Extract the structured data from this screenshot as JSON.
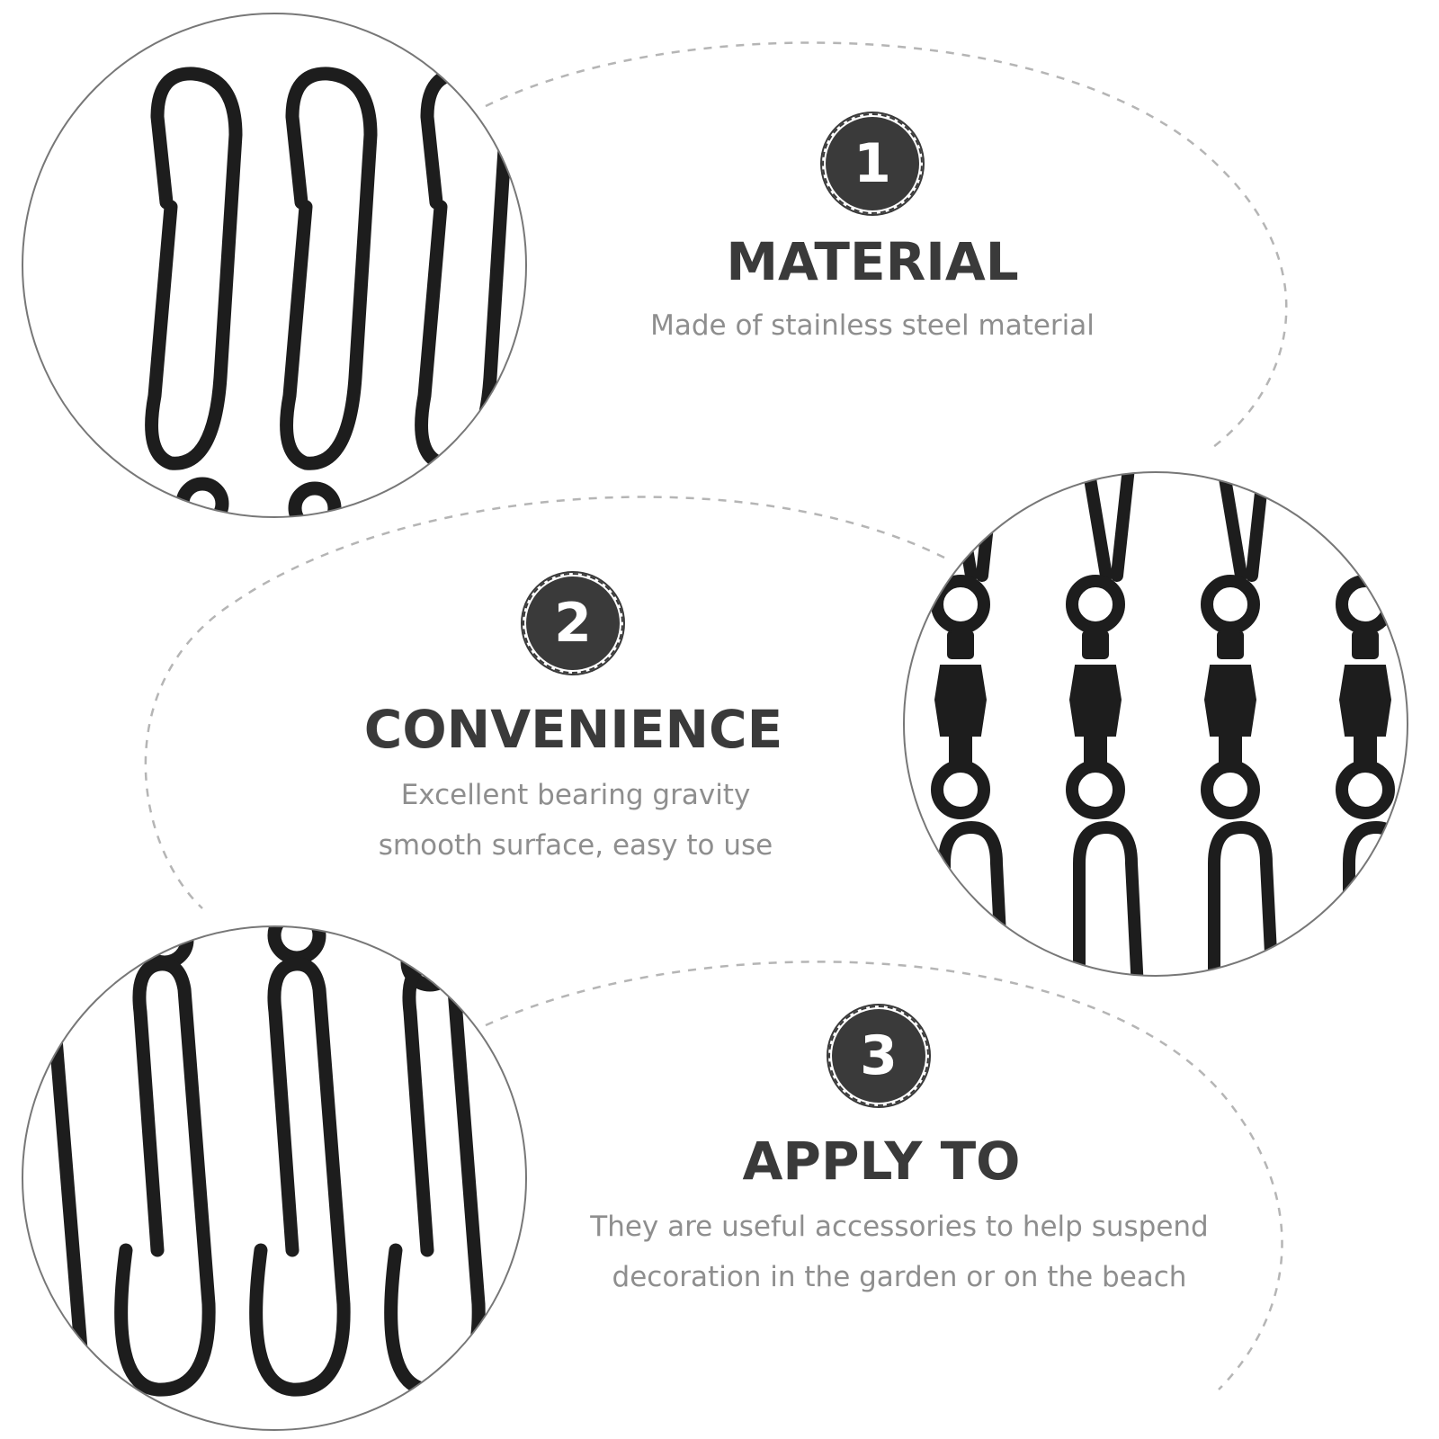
{
  "features": [
    {
      "number": "1",
      "title": "MATERIAL",
      "lines": [
        "Made of stainless steel material"
      ]
    },
    {
      "number": "2",
      "title": "CONVENIENCE",
      "lines": [
        "Excellent bearing gravity",
        "smooth surface, easy to use"
      ]
    },
    {
      "number": "3",
      "title": "APPLY TO",
      "lines": [
        "They are useful accessories to help suspend",
        "decoration in the garden or on the beach"
      ]
    }
  ],
  "photos": [
    {
      "subject": "black-spring-snap-hooks"
    },
    {
      "subject": "snap-hooks-with-ball-bearing-swivels"
    },
    {
      "subject": "black-spring-snap-hooks-with-rings"
    }
  ],
  "colors": {
    "badge": "#3a3a3a",
    "title": "#3a3a3a",
    "text": "#8e8e8e",
    "dash": "#b5b5b5",
    "metal": "#1d1d1d"
  }
}
